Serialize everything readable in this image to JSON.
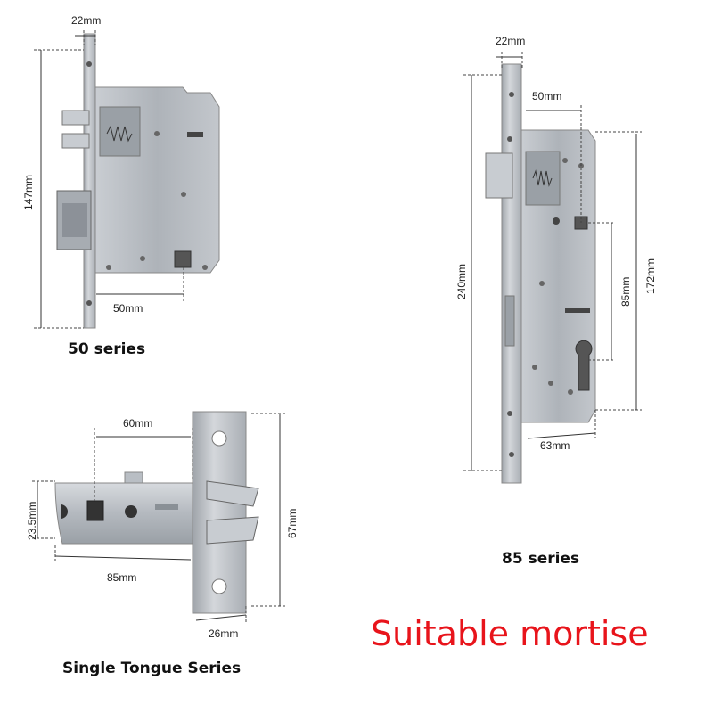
{
  "title": "Suitable mortise",
  "products": {
    "s50": {
      "caption": "50 series",
      "dims": {
        "faceplate": "22mm",
        "height": "147mm",
        "backset": "50mm"
      }
    },
    "s85": {
      "caption": "85 series",
      "dims": {
        "faceplate": "22mm",
        "backset": "50mm",
        "height": "240mm",
        "body_height": "172mm",
        "center": "85mm",
        "depth": "63mm"
      }
    },
    "tongue": {
      "caption": "Single Tongue Series",
      "dims": {
        "backset": "60mm",
        "height_small": "23.5mm",
        "length": "85mm",
        "plate_height": "67mm",
        "plate_width": "26mm"
      }
    }
  },
  "colors": {
    "title": "#e8141b",
    "steel": "#b9bec4",
    "steel_dark": "#8e949b"
  }
}
